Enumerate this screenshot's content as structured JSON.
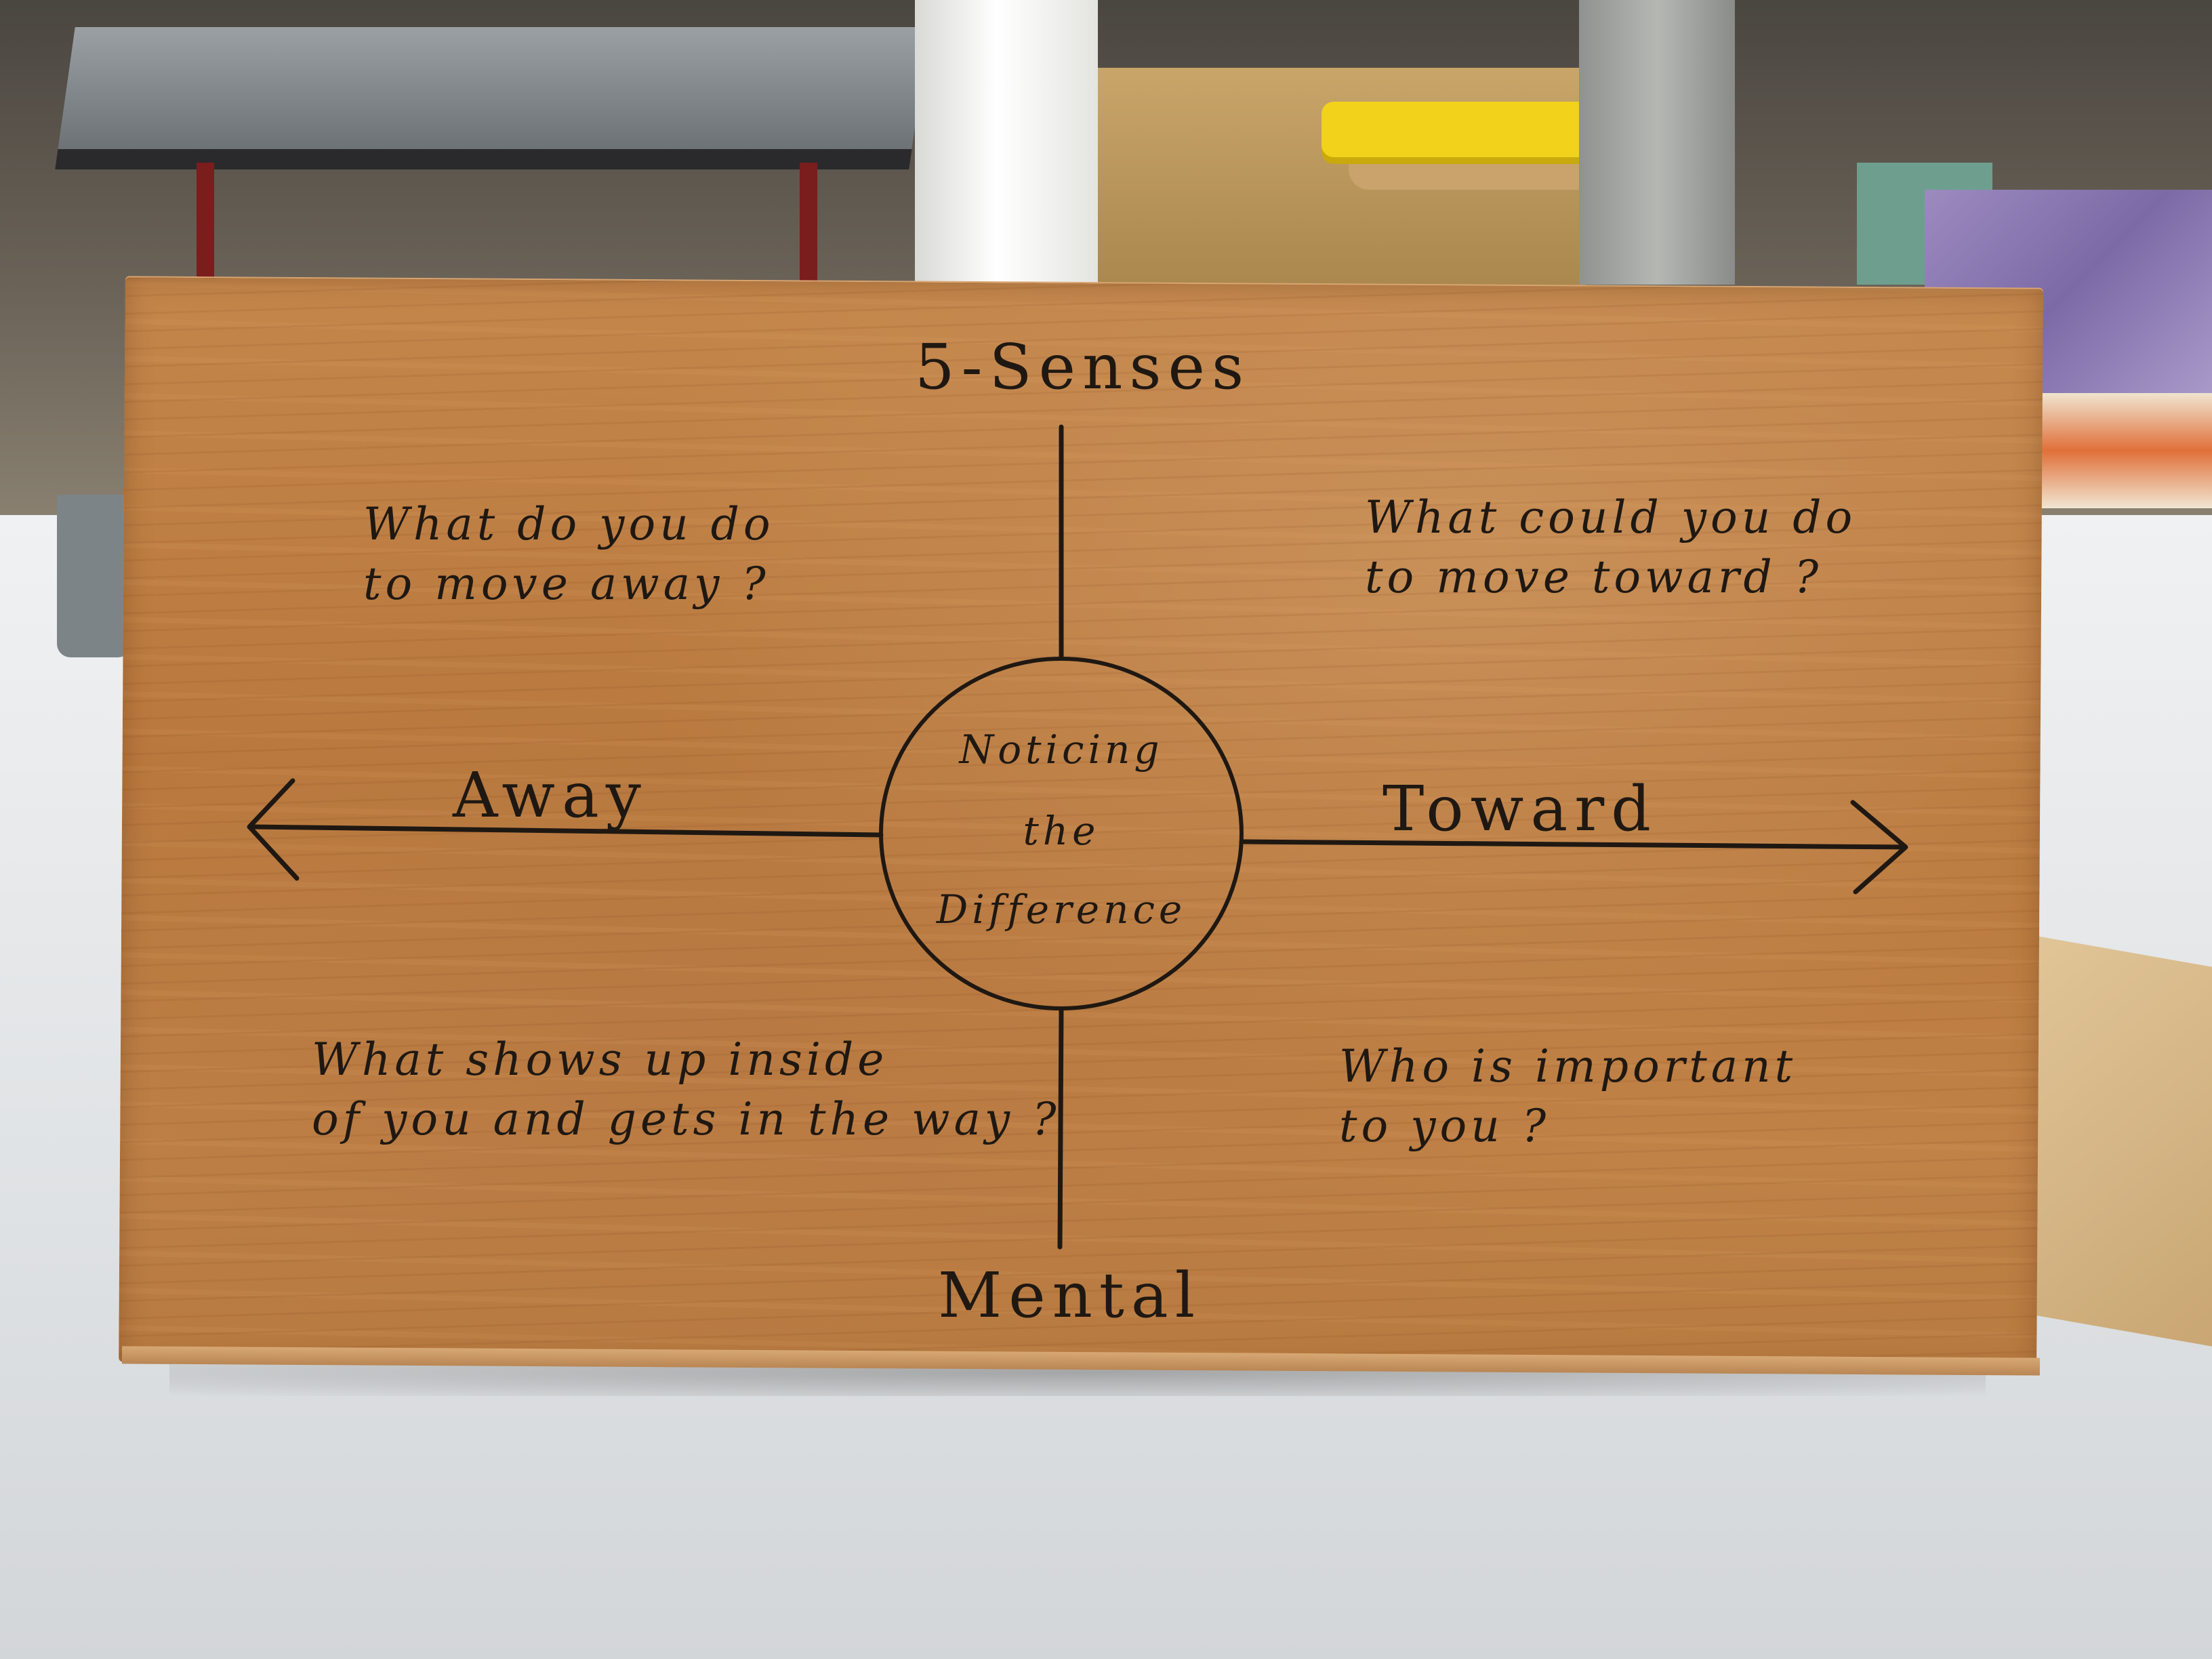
{
  "labels": {
    "top": "5-Senses",
    "bottom": "Mental",
    "left": "Away",
    "right": "Toward"
  },
  "center": {
    "line1": "Noticing",
    "line2": "the",
    "line3": "Difference"
  },
  "questions": {
    "top_left_line1": "What do you do",
    "top_left_line2": "to move away ?",
    "top_right_line1": "What could you do",
    "top_right_line2": "to move toward ?",
    "bottom_left_line1": "What shows up inside",
    "bottom_left_line2": "of you and gets in the way ?",
    "bottom_right_line1": "Who is important",
    "bottom_right_line2": "to you ?"
  },
  "colors": {
    "ink": "#1f1812",
    "wood": "#bd7e43",
    "bench": "#e6e8ea"
  }
}
